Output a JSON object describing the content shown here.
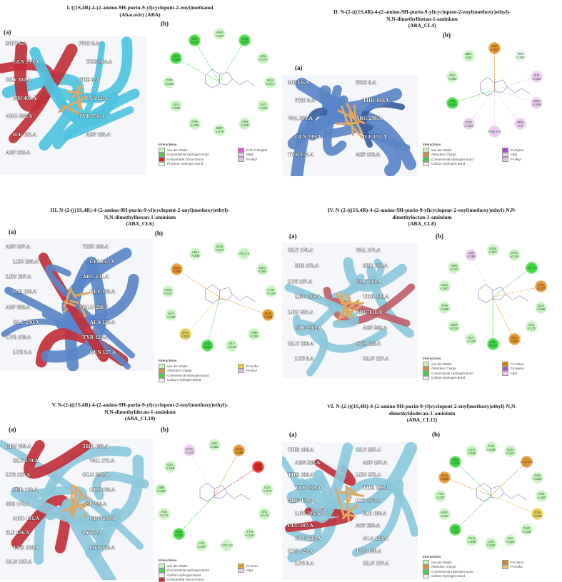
{
  "panels": [
    {
      "title": [
        "I.  ((1S,4R)-4-(2-amino-9H-purin-9-yl)cyclopent-2-enyl)methanol",
        "(Abacavir) (ABA)"
      ],
      "label_a": "(a)",
      "label_b": "(b)",
      "ribbon": "#4ec3e0",
      "ribbon_alt": "#c0303a",
      "residues_3d": [
        "MET 6.A",
        "PRO 9.A",
        "GLN 299.A",
        "THR 304.A",
        "GLY 302.A",
        "PHE 8.A",
        "HIS 403.A",
        "LYS 12.A",
        "ARG 298.A",
        "TYR 154.A",
        "ILE 152.A",
        "ASP 155.A",
        "ASP 153.A"
      ],
      "residues_2d": [
        {
          "name": "ASP A:197",
          "type": "vdw"
        },
        {
          "name": "TYR A:237",
          "type": "hbond"
        },
        {
          "name": "LEU A:272",
          "type": "vdw"
        },
        {
          "name": "LEU A:271",
          "type": "vdw"
        },
        {
          "name": "GLY A:275",
          "type": "vdw"
        },
        {
          "name": "ASN A:238",
          "type": "vdw"
        },
        {
          "name": "MET A:276",
          "type": "vdw"
        },
        {
          "name": "THR A:198",
          "type": "vdw"
        },
        {
          "name": "LEU A:286",
          "type": "vdw"
        },
        {
          "name": "TYR A:239",
          "type": "vdw"
        },
        {
          "name": "LEU A:285",
          "type": "hbond"
        },
        {
          "name": "HIS A:128",
          "type": "hbond"
        }
      ],
      "legend": {
        "heading": "Interactions",
        "items": [
          {
            "label": "van der Waals",
            "color": "#c8f0c0"
          },
          {
            "label": "Conventional Hydrogen Bond",
            "color": "#3fd43f"
          },
          {
            "label": "Unfavorable Donor-Donor",
            "color": "#e02020"
          },
          {
            "label": "Pi-Donor Hydrogen Bond",
            "color": "#eaf6ea"
          },
          {
            "label": "Pi-Pi T-shaped",
            "color": "#e060d0"
          },
          {
            "label": "Alkyl",
            "color": "#f0c8f0"
          },
          {
            "label": "Pi-Alkyl",
            "color": "#e8c0f0"
          }
        ]
      }
    },
    {
      "title": [
        "II.   N-(2-(((1S,4R)-4-(2-amino-9H-purin-9-yl)cyclopent-2-enyl)methoxy)ethyl)-",
        "N,N-dimethylbutan-1-aminium",
        "(ABA_CL4)"
      ],
      "label_a": "(a)",
      "label_b": "(b)",
      "ribbon": "#5a86c8",
      "ribbon_alt": "#3a5fa0",
      "residues_3d": [
        "MET 6.A",
        "PRO 9.A",
        "PHE 8.A",
        "THR 304.A",
        "VAL 303.A",
        "ARG 298.A",
        "GLN 299.A",
        "ILE 152.A",
        "TYR 154.A",
        "ASP 153.A"
      ],
      "residues_2d": [
        {
          "name": "ASP A:153",
          "type": "attractive"
        },
        {
          "name": "THR A:304",
          "type": "carbonh"
        },
        {
          "name": "ILE A:152",
          "type": "alkyl"
        },
        {
          "name": "ARG A:298",
          "type": "alkyl"
        },
        {
          "name": "PRO A:9",
          "type": "alkyl"
        },
        {
          "name": "PHE A:8",
          "type": "alkyl"
        },
        {
          "name": "TYR A:154",
          "type": "alkyl"
        },
        {
          "name": "VAL A:303",
          "type": "hbond"
        },
        {
          "name": "GLY A:302",
          "type": "vdw"
        },
        {
          "name": "MET A:6",
          "type": "vdw"
        }
      ],
      "legend": {
        "heading": "Interactions",
        "items": [
          {
            "label": "van der Waals",
            "color": "#c8f0c0"
          },
          {
            "label": "Attractive Charge",
            "color": "#e0902a"
          },
          {
            "label": "Conventional Hydrogen Bond",
            "color": "#3fd43f"
          },
          {
            "label": "Carbon Hydrogen Bond",
            "color": "#eaf6ea"
          },
          {
            "label": "Pi-Sigma",
            "color": "#a050d0"
          },
          {
            "label": "Alkyl",
            "color": "#f0c8f0"
          },
          {
            "label": "Pi-Alkyl",
            "color": "#e8c0f0"
          }
        ]
      }
    },
    {
      "title": [
        "III.  N-(2-(((1S,4R)-4-(2-amino-9H-purin-9-yl)cyclopent-2-enyl)methoxy)ethyl)-",
        "N,N-dimethylhexan-1-aminium",
        "(ABA_CL6)"
      ],
      "label_a": "(a)",
      "label_b": "(b)",
      "ribbon": "#5a86c8",
      "ribbon_alt": "#c0303a",
      "residues_3d": [
        "ASP 197.A",
        "THR 199.A",
        "LEU 286.A",
        "LYS 137.A",
        "LEU 287.A",
        "ARG 131.A",
        "ILE 136.A",
        "GLY 138.A",
        "ASP 289.A",
        "GLU 288.A",
        "GLU 290.A",
        "ALA 129.A",
        "CYS 128.A",
        "TYR 126.A",
        "LYS 5.A",
        "GLN 127.A"
      ],
      "residues_2d": [
        {
          "name": "GLN A:127",
          "type": "vdw"
        },
        {
          "name": "LYS A:5",
          "type": "vdw"
        },
        {
          "name": "LEU A:287",
          "type": "vdw"
        },
        {
          "name": "TYR A:126",
          "type": "vdw"
        },
        {
          "name": "GLU A:288",
          "type": "attractive"
        },
        {
          "name": "THR A:199",
          "type": "vdw"
        },
        {
          "name": "GLY A:138",
          "type": "vdw"
        },
        {
          "name": "LYS A:137",
          "type": "hbond"
        },
        {
          "name": "CYS A:128",
          "type": "pisulfur"
        },
        {
          "name": "ALA A:129",
          "type": "vdw"
        },
        {
          "name": "ARG A:131",
          "type": "vdw"
        },
        {
          "name": "GLU A:290",
          "type": "attractive"
        },
        {
          "name": "LEU A:286",
          "type": "vdw"
        }
      ],
      "legend": {
        "heading": "Interactions",
        "items": [
          {
            "label": "van der Waals",
            "color": "#c8f0c0"
          },
          {
            "label": "Attractive Charge",
            "color": "#e0902a"
          },
          {
            "label": "Conventional Hydrogen Bond",
            "color": "#3fd43f"
          },
          {
            "label": "Carbon Hydrogen Bond",
            "color": "#eaf6ea"
          },
          {
            "label": "Pi-Sulfur",
            "color": "#e8c850"
          },
          {
            "label": "Pi-Alkyl",
            "color": "#e8c0f0"
          }
        ]
      }
    },
    {
      "title": [
        "IV.  N-(2-(((1S,4R)-4-(2-amino-9H-purin-9-yl)cyclopent-2-enyl)methoxy)ethyl)-N,N-",
        "dimethyloctan-1-aminium",
        "(ABA_CL8)"
      ],
      "label_a": "(a)",
      "label_b": "(b)",
      "ribbon": "#8cc8dc",
      "ribbon_alt": "#c0606a",
      "residues_3d": [
        "GLY 170.A",
        "VAL 171.A",
        "HIS 172.A",
        "SER 139.A",
        "LYS 137.A",
        "GLY 138.A",
        "LEU 286.A",
        "THR 199.A",
        "LEU 287.A",
        "ARG 131.A",
        "GLU 288.A",
        "ASP 289.A",
        "GLU 290.A",
        "CYS 128.A",
        "LYS 5.A",
        "GLN 127.A"
      ],
      "residues_2d": [
        {
          "name": "GLN A:127",
          "type": "vdw"
        },
        {
          "name": "CYS A:128",
          "type": "vdw"
        },
        {
          "name": "LYS A:5",
          "type": "hbond"
        },
        {
          "name": "LYS A:137",
          "type": "pication"
        },
        {
          "name": "GLU A:290",
          "type": "vdw"
        },
        {
          "name": "VAL A:171",
          "type": "vdw"
        },
        {
          "name": "GLU A:288",
          "type": "attractive"
        },
        {
          "name": "HIS A:170",
          "type": "hbond"
        },
        {
          "name": "GLY A:138",
          "type": "vdw"
        },
        {
          "name": "SER A:139",
          "type": "vdw"
        },
        {
          "name": "THR A:199",
          "type": "vdw"
        },
        {
          "name": "LEU A:287",
          "type": "vdw"
        },
        {
          "name": "ARG A:131",
          "type": "vdw"
        },
        {
          "name": "LEU A:286",
          "type": "alkyl"
        }
      ],
      "legend": {
        "heading": "Interactions",
        "items": [
          {
            "label": "van der Waals",
            "color": "#c8f0c0"
          },
          {
            "label": "Attractive Charge",
            "color": "#e0902a"
          },
          {
            "label": "Conventional Hydrogen Bond",
            "color": "#3fd43f"
          },
          {
            "label": "Carbon Hydrogen Bond",
            "color": "#eaf6ea"
          },
          {
            "label": "Pi-Cation",
            "color": "#d08020"
          },
          {
            "label": "Pi-Sigma",
            "color": "#a050d0"
          },
          {
            "label": "Alkyl",
            "color": "#f0c8f0"
          }
        ]
      }
    },
    {
      "title": [
        "V.   N-(2-(((1S,4R)-4-(2-amino-9H-purin-9-yl)cyclopent-2-enyl)methoxy)ethyl)-",
        "N,N-dimethyldecan-1-aminium",
        "(ABA_CL10)"
      ],
      "label_a": "(a)",
      "label_b": "(b)",
      "ribbon": "#8cc8dc",
      "ribbon_alt": "#c0303a",
      "residues_3d": [
        "LEU 286.A",
        "THR 169.A",
        "GLY 170.A",
        "VAL 171.A",
        "LYS 137.A",
        "GLU 288.A",
        "SER 139.A",
        "GLY 138.A",
        "HIS 172.A",
        "ASP 289.A",
        "ARG 131.A",
        "GLU 290.A",
        "ILE 136.A",
        "LYS 5.A",
        "TYR 126.A",
        "CYS 128.A",
        "GLN 127.A"
      ],
      "residues_2d": [
        {
          "name": "LEU A:286",
          "type": "vdw"
        },
        {
          "name": "GLU A:288",
          "type": "attractive"
        },
        {
          "name": "ASP A:289",
          "type": "unfav"
        },
        {
          "name": "GLY A:170",
          "type": "vdw"
        },
        {
          "name": "VAL A:171",
          "type": "vdw"
        },
        {
          "name": "TYR A:126",
          "type": "vdw"
        },
        {
          "name": "LYS A:5",
          "type": "vdw"
        },
        {
          "name": "LYS A:137",
          "type": "vdw"
        },
        {
          "name": "ARG A:131",
          "type": "hbond"
        },
        {
          "name": "HIS A:172",
          "type": "vdw"
        },
        {
          "name": "SER A:139",
          "type": "vdw"
        },
        {
          "name": "GLY A:138",
          "type": "vdw"
        },
        {
          "name": "CYS A:128",
          "type": "alkyl"
        }
      ],
      "legend": {
        "heading": "Interactions",
        "items": [
          {
            "label": "van der Waals",
            "color": "#c8f0c0"
          },
          {
            "label": "Conventional Hydrogen Bond",
            "color": "#3fd43f"
          },
          {
            "label": "Carbon Hydrogen Bond",
            "color": "#eaf6ea"
          },
          {
            "label": "Unfavorable Donor-Donor",
            "color": "#e02020"
          },
          {
            "label": "Pi-Anion",
            "color": "#e0a030"
          },
          {
            "label": "Alkyl",
            "color": "#f0c8f0"
          }
        ]
      }
    },
    {
      "title": [
        "VI.  N-(2-(((1S,4R)-4-(2-amino-9H-purin-9-yl)cyclopent-2-enyl)methoxy)ethyl)-N,N-",
        "dimethyldodecan-1-aminium",
        "(ABA_CL12)"
      ],
      "label_a": "(a)",
      "label_b": "(b)",
      "ribbon": "#8cc8dc",
      "ribbon_alt": "#c0303a",
      "residues_3d": [
        "THR 196.A",
        "GLY 237.A",
        "ASN 238.A",
        "ASP 197.A",
        "THR 198.A",
        "LEU 272.A",
        "TYR 239.A",
        "THR 199.A",
        "ARG 131.A",
        "LYS 137.A",
        "LEU 286.A",
        "ILE 136.A",
        "LEU 287.A",
        "ASP 289.A",
        "GLU 288.A",
        "ALA 129.A",
        "CYS 128.A",
        "TYR 126.A",
        "LYS 5.A",
        "GLN 127.A"
      ],
      "residues_2d": [
        {
          "name": "TYR A:126",
          "type": "vdw"
        },
        {
          "name": "GLN A:127",
          "type": "vdw"
        },
        {
          "name": "LYS A:5",
          "type": "pication"
        },
        {
          "name": "ASN A:238",
          "type": "vdw"
        },
        {
          "name": "THR A:196",
          "type": "vdw"
        },
        {
          "name": "CYS A:128",
          "type": "pisulfur"
        },
        {
          "name": "THR A:198",
          "type": "vdw"
        },
        {
          "name": "ALA A:129",
          "type": "vdw"
        },
        {
          "name": "LEU A:287",
          "type": "vdw"
        },
        {
          "name": "GLU A:290",
          "type": "vdw"
        },
        {
          "name": "LYS A:137",
          "type": "hbond"
        },
        {
          "name": "ASP A:197",
          "type": "vdw"
        },
        {
          "name": "TYR A:237",
          "type": "vdw"
        },
        {
          "name": "GLU A:288",
          "type": "pication"
        },
        {
          "name": "ARG A:131",
          "type": "hbond"
        },
        {
          "name": "LEU A:286",
          "type": "vdw"
        }
      ],
      "legend": {
        "heading": "Interactions",
        "items": [
          {
            "label": "van der Waals",
            "color": "#c8f0c0"
          },
          {
            "label": "Attractive Charge",
            "color": "#e0902a"
          },
          {
            "label": "Conventional Hydrogen Bond",
            "color": "#3fd43f"
          },
          {
            "label": "Carbon Hydrogen Bond",
            "color": "#eaf6ea"
          },
          {
            "label": "Pi-Cation",
            "color": "#d08020"
          },
          {
            "label": "Pi-Sulfur",
            "color": "#e8c850"
          }
        ]
      }
    }
  ],
  "type_colors": {
    "vdw": "#c8f0c0",
    "hbond": "#3fd43f",
    "unfav": "#e02020",
    "attractive": "#e0902a",
    "alkyl": "#ecc6f0",
    "carbonh": "#e6f2ec",
    "pisulfur": "#e8c850",
    "pication": "#d89030"
  }
}
